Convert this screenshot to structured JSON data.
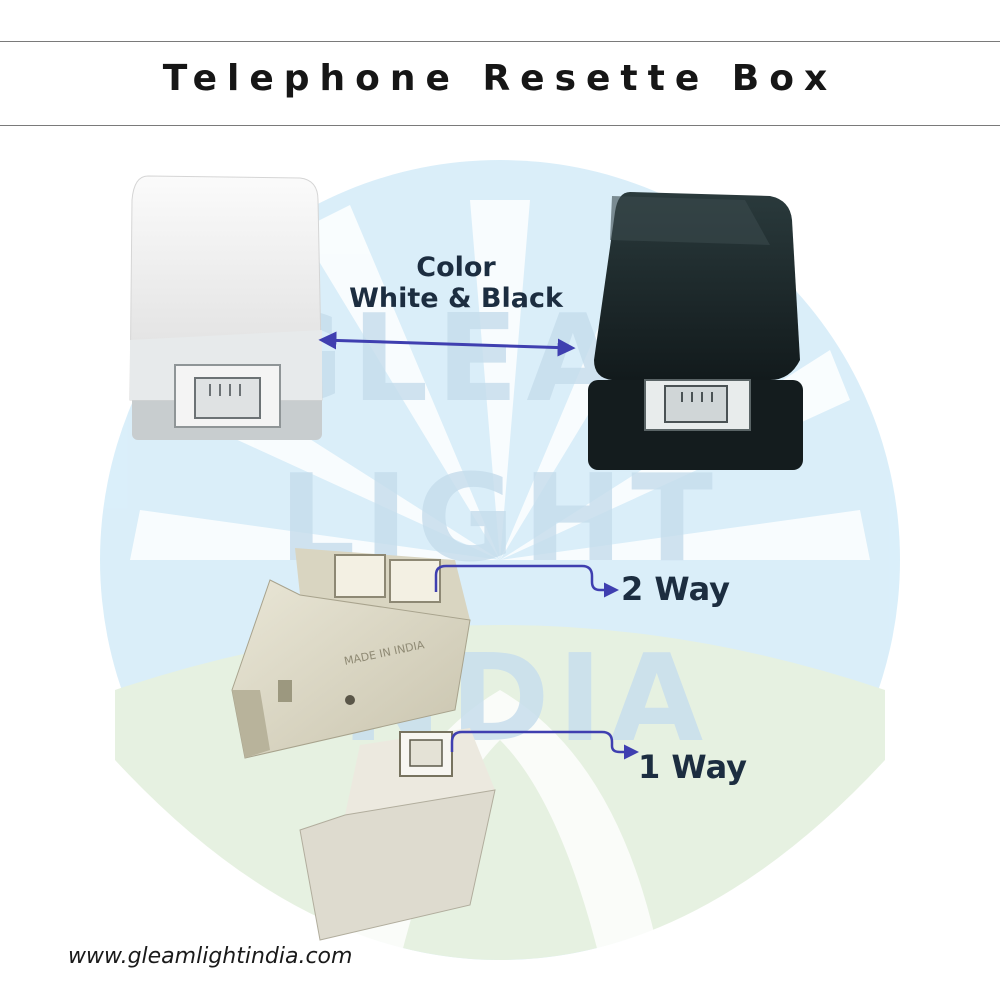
{
  "header": {
    "title": "Telephone Resette Box"
  },
  "annotations": {
    "color_heading": "Color",
    "color_value": "White & Black",
    "two_way": "2 Way",
    "one_way": "1 Way"
  },
  "footer": {
    "website": "www.gleamlightindia.com"
  },
  "watermark": {
    "text": "GLEAM LIGHT INDIA"
  },
  "colors": {
    "arrow": "#3f3fb0",
    "watermark_blue": "#cfe9f7",
    "watermark_green": "#e2efdb",
    "text_dark": "#1c2d40"
  },
  "icons": [
    "white-resette-box-image",
    "black-resette-box-image",
    "two-way-resette-image",
    "one-way-resette-image",
    "double-arrow-icon",
    "pointer-arrow-icon"
  ]
}
